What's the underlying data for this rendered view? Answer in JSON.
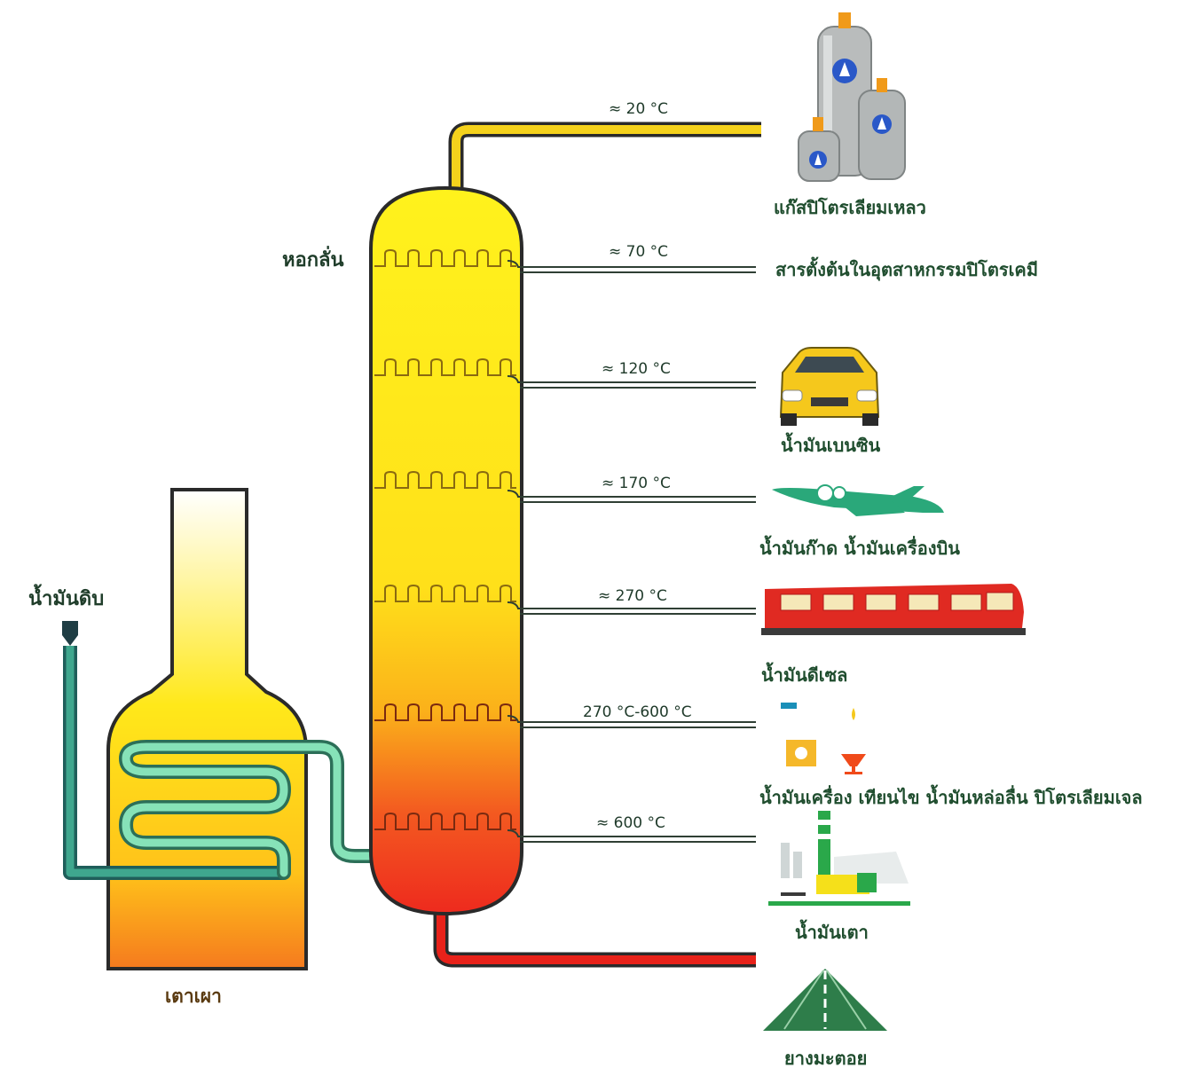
{
  "labels": {
    "tower": "หอกลั่น",
    "crude": "น้ำมันดิบ",
    "furnace": "เตาเผา"
  },
  "fractions": [
    {
      "temp": "≈ 20 °C",
      "product": "แก๊สปิโตรเลียมเหลว",
      "icon": "gas-cylinders-icon",
      "color": "#f5d21c"
    },
    {
      "temp": "≈ 70 °C",
      "product": "สารตั้งต้นในอุตสาหกรรมปิโตรเคมี",
      "icon": "",
      "color": "#2f4f3a"
    },
    {
      "temp": "≈ 120 °C",
      "product": "น้ำมันเบนซิน",
      "icon": "car-icon",
      "color": "#2f4f3a"
    },
    {
      "temp": "≈ 170 °C",
      "product": "น้ำมันก๊าด น้ำมันเครื่องบิน",
      "icon": "airplane-icon",
      "color": "#2f4f3a"
    },
    {
      "temp": "≈ 270 °C",
      "product": "น้ำมันดีเซล",
      "icon": "train-icon",
      "color": "#2f4f3a"
    },
    {
      "temp": "270 °C-600 °C",
      "product": "น้ำมันเครื่อง เทียนไข น้ำมันหล่อลื่น ปิโตรเลียมเจล",
      "icon": "lubricant-candle-icon",
      "color": "#2f4f3a"
    },
    {
      "temp": "≈ 600 °C",
      "product": "น้ำมันเตา",
      "icon": "factory-icon",
      "color": "#2f4f3a"
    },
    {
      "temp": "",
      "product": "ยางมะตอย",
      "icon": "road-icon",
      "color": "#e03a2a"
    }
  ],
  "colors": {
    "tower_top": "#ffec1c",
    "tower_bottom": "#ef2a1e",
    "coil": "#7fd8b0",
    "road": "#2e7d4a"
  }
}
